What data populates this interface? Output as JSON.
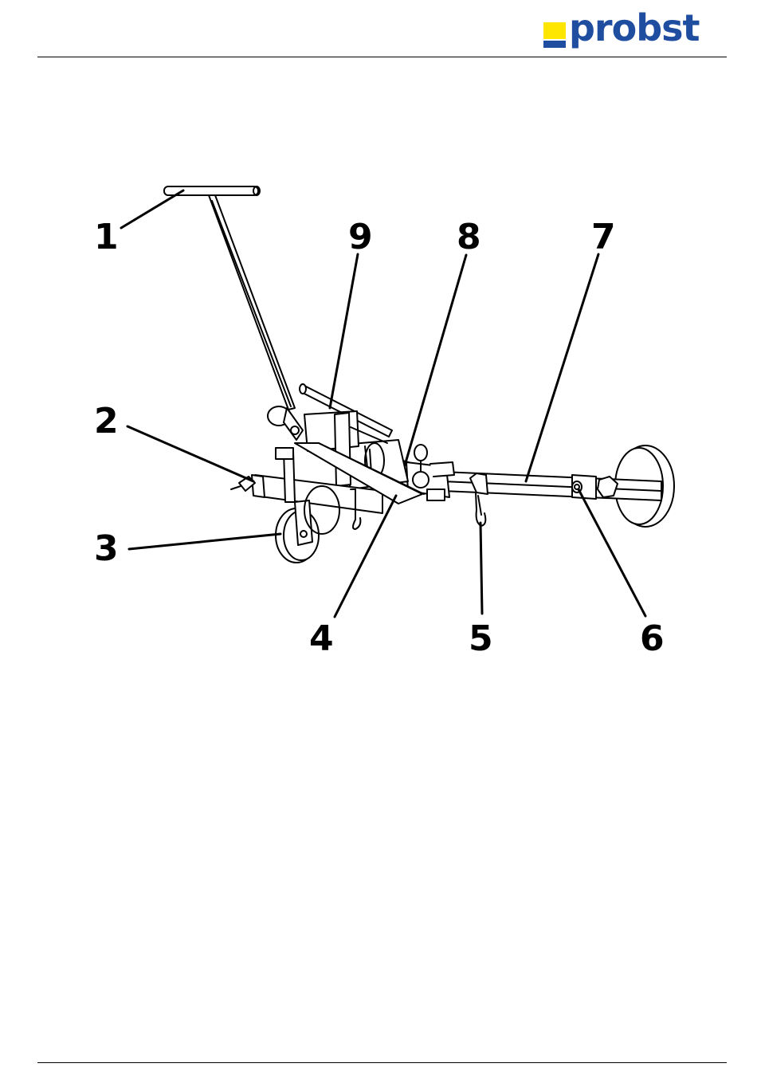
{
  "brand": {
    "logo_text": "probst",
    "logo_colors": {
      "yellow": "#ffe600",
      "blue": "#1f4ea0"
    }
  },
  "diagram": {
    "callouts": [
      {
        "id": "1",
        "label": "1"
      },
      {
        "id": "2",
        "label": "2"
      },
      {
        "id": "3",
        "label": "3"
      },
      {
        "id": "4",
        "label": "4"
      },
      {
        "id": "5",
        "label": "5"
      },
      {
        "id": "6",
        "label": "6"
      },
      {
        "id": "7",
        "label": "7"
      },
      {
        "id": "8",
        "label": "8"
      },
      {
        "id": "9",
        "label": "9"
      }
    ]
  }
}
